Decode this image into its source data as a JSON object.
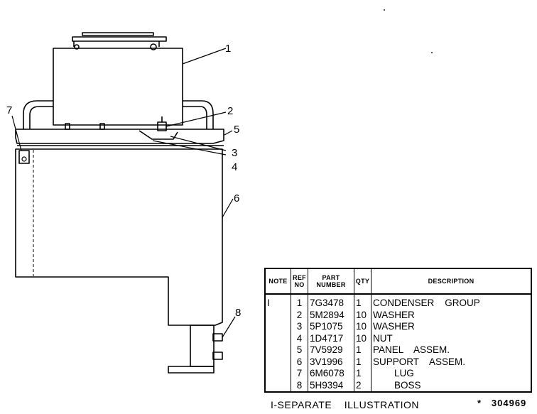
{
  "callouts": [
    "1",
    "2",
    "3",
    "4",
    "5",
    "6",
    "7",
    "8"
  ],
  "table": {
    "headers": {
      "note": "NOTE",
      "ref": [
        "REF",
        "NO"
      ],
      "part": [
        "PART",
        "NUMBER"
      ],
      "qty": "QTY",
      "description": "DESCRIPTION"
    },
    "rows": [
      {
        "note": "I",
        "ref": "1",
        "part": "7G3478",
        "qty": "1",
        "description": "CONDENSER    GROUP"
      },
      {
        "note": "",
        "ref": "2",
        "part": "5M2894",
        "qty": "10",
        "description": "WASHER"
      },
      {
        "note": "",
        "ref": "3",
        "part": "5P1075",
        "qty": "10",
        "description": "WASHER"
      },
      {
        "note": "",
        "ref": "4",
        "part": "1D4717",
        "qty": "10",
        "description": "NUT"
      },
      {
        "note": "",
        "ref": "5",
        "part": "7V5929",
        "qty": "1",
        "description": "PANEL    ASSEM."
      },
      {
        "note": "",
        "ref": "6",
        "part": "3V1996",
        "qty": "1",
        "description": "SUPPORT    ASSEM."
      },
      {
        "note": "",
        "ref": "7",
        "part": "6M6078",
        "qty": "1",
        "description": "        LUG"
      },
      {
        "note": "",
        "ref": "8",
        "part": "5H9394",
        "qty": "2",
        "description": "        BOSS"
      }
    ]
  },
  "footnote": "I-SEPARATE    ILLUSTRATION",
  "illustration_number": "*   304969"
}
